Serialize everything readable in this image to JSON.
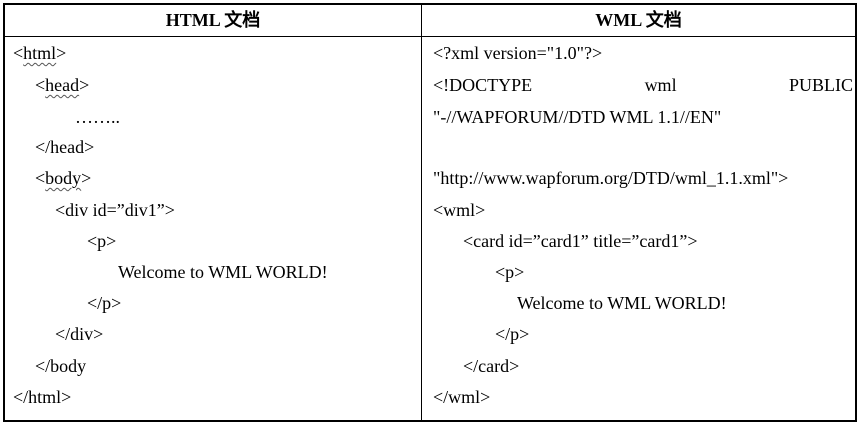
{
  "table": {
    "headers": {
      "html": "HTML 文档",
      "wml": "WML 文档"
    },
    "html_lines": [
      {
        "pre": "<",
        "word": "html",
        "post": ">"
      },
      {
        "pre": "<",
        "word": "head",
        "post": ">"
      },
      "……..",
      "</head>",
      {
        "pre": "<",
        "word": "body",
        "post": ">"
      },
      "<div id=”div1”>",
      "<p>",
      "Welcome to WML WORLD!",
      "</p>",
      "</div>",
      "</body",
      "</html>"
    ],
    "wml_lines": {
      "xml_decl": "<?xml version=\"1.0\"?>",
      "doctype_parts": [
        "<!DOCTYPE",
        "wml",
        "PUBLIC"
      ],
      "fpi": "\"-//WAPFORUM//DTD WML 1.1//EN\"",
      "dtd_url": "\"http://www.wapforum.org/DTD/wml_1.1.xml\">",
      "wml_open": "<wml>",
      "card_open": "<card id=”card1” title=”card1”>",
      "p_open": "<p>",
      "text": "Welcome to WML WORLD!",
      "p_close": "</p>",
      "card_close": "</card>",
      "wml_close": "</wml>"
    }
  }
}
